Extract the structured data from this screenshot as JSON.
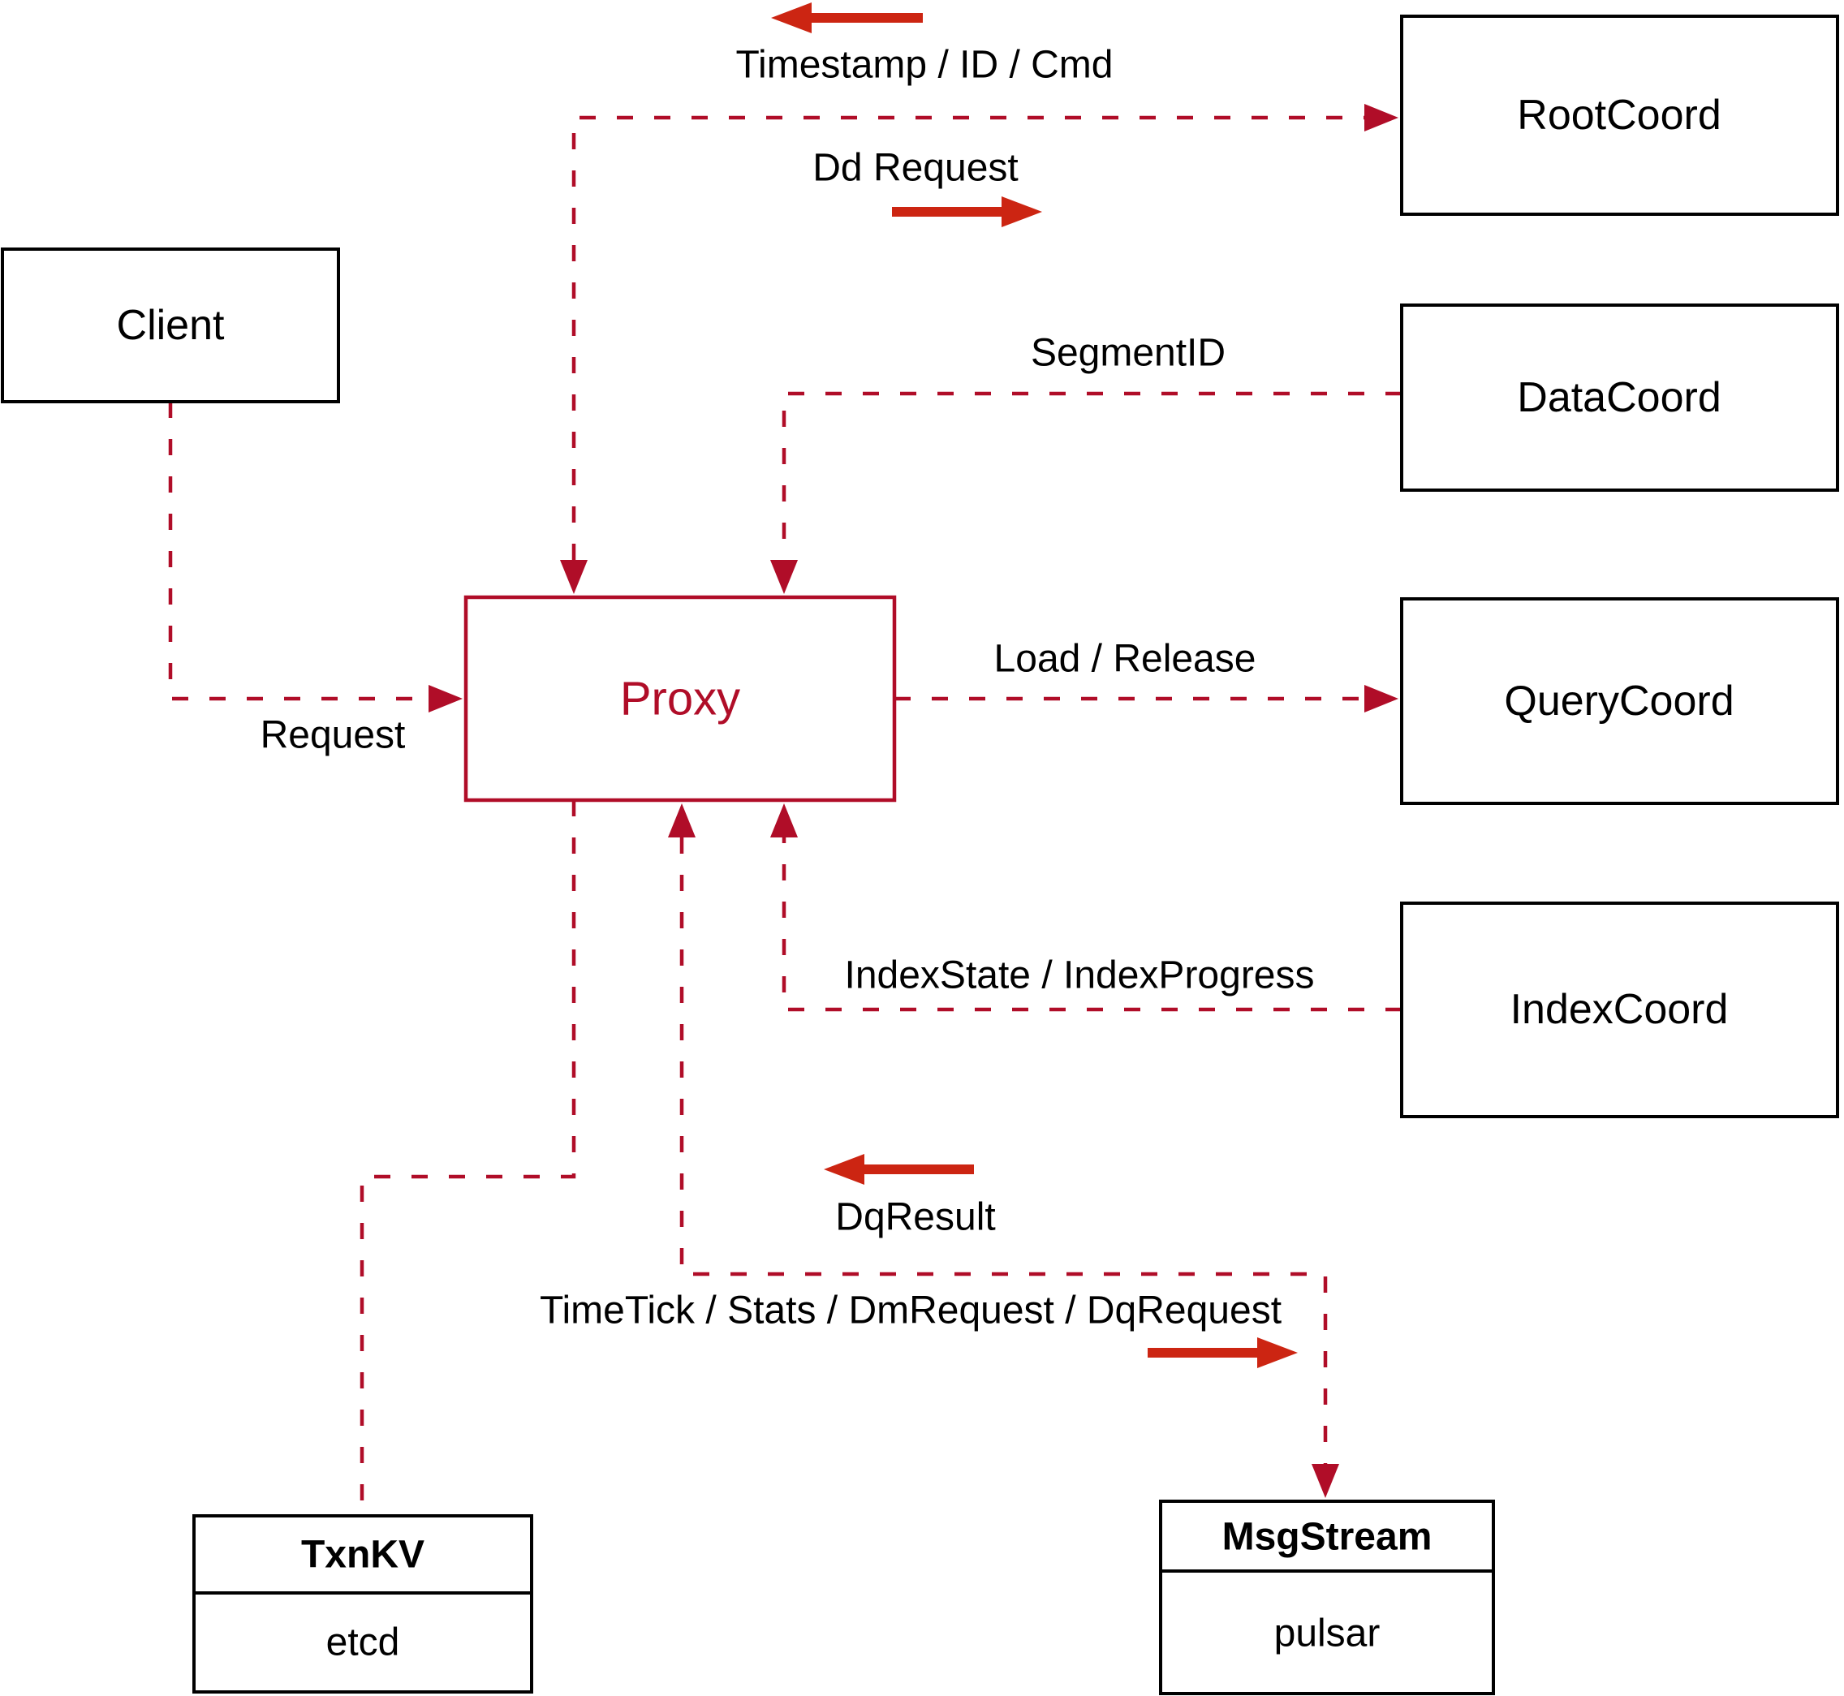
{
  "colors": {
    "connector": "#b00d28",
    "arrow": "#cc2512",
    "border": "#000000",
    "text": "#000000",
    "background": "#ffffff"
  },
  "nodes": {
    "client": {
      "label": "Client"
    },
    "proxy": {
      "label": "Proxy"
    },
    "root_coord": {
      "label": "RootCoord"
    },
    "data_coord": {
      "label": "DataCoord"
    },
    "query_coord": {
      "label": "QueryCoord"
    },
    "index_coord": {
      "label": "IndexCoord"
    },
    "txn_kv": {
      "title": "TxnKV",
      "impl": "etcd"
    },
    "msg_stream": {
      "title": "MsgStream",
      "impl": "pulsar"
    }
  },
  "edges": {
    "timestamp": {
      "label": "Timestamp / ID / Cmd",
      "direction": "left"
    },
    "dd_request": {
      "label": "Dd Request",
      "direction": "right"
    },
    "segment_id": {
      "label": "SegmentID",
      "direction": "to-proxy"
    },
    "request": {
      "label": "Request",
      "direction": "to-proxy"
    },
    "load_release": {
      "label": "Load / Release",
      "direction": "to-querycoord"
    },
    "index_state": {
      "label": "IndexState / IndexProgress",
      "direction": "to-proxy"
    },
    "dq_result": {
      "label": "DqResult",
      "direction": "left"
    },
    "time_tick": {
      "label": "TimeTick / Stats / DmRequest / DqRequest",
      "direction": "right"
    }
  }
}
